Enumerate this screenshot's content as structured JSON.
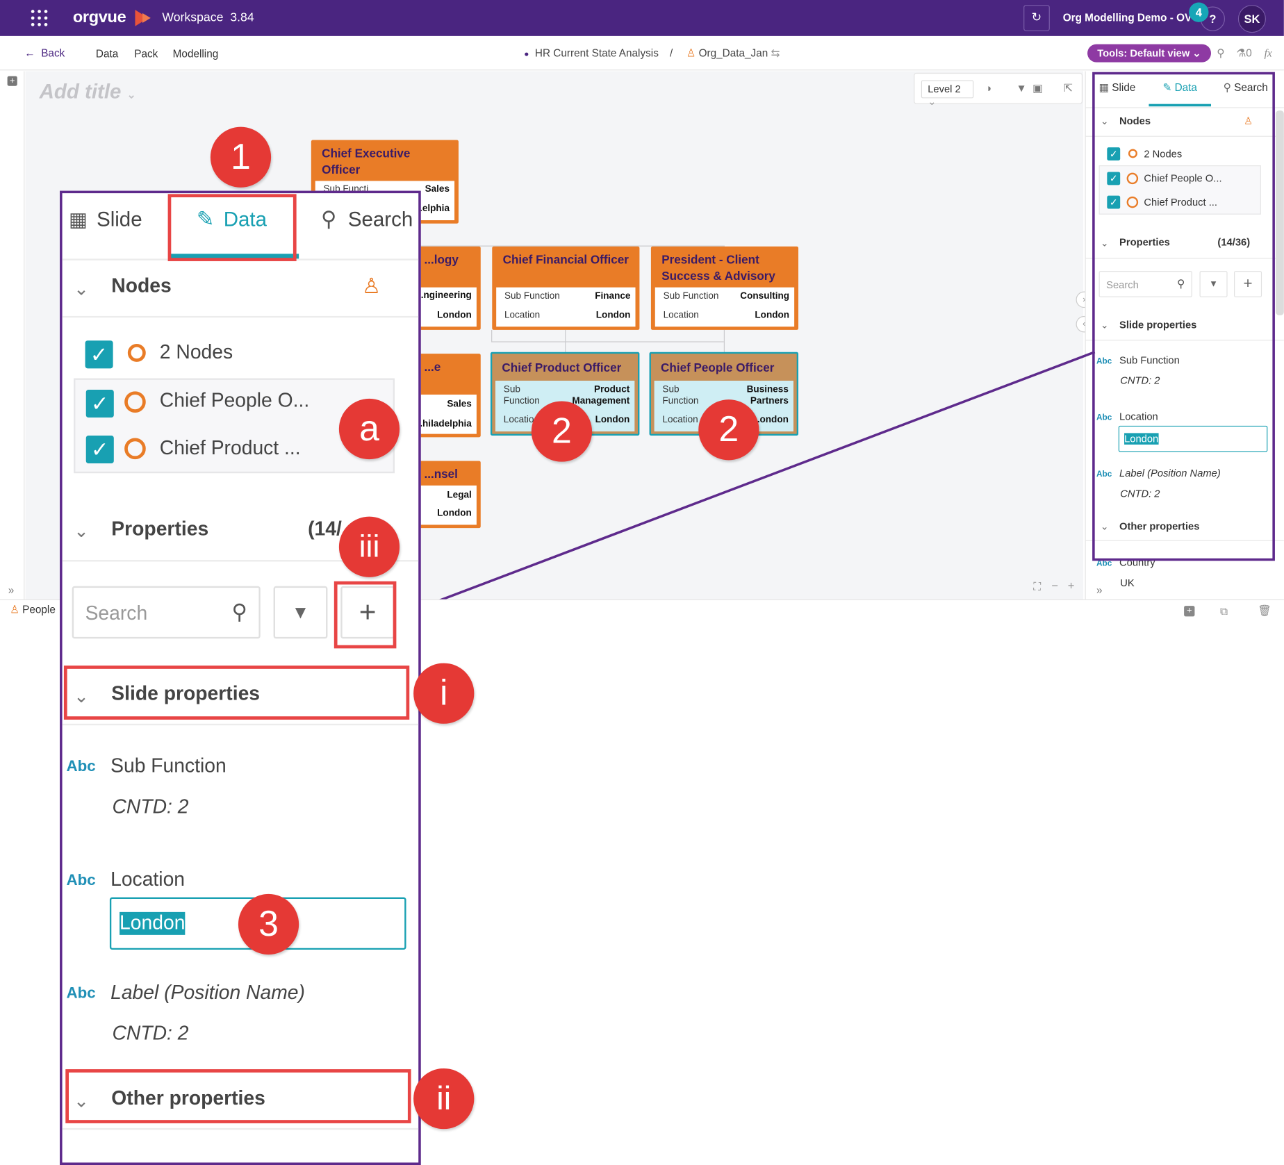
{
  "topbar": {
    "app_name": "orgvue",
    "workspace": "Workspace",
    "version": "3.84",
    "org_name": "Org Modelling Demo - OV",
    "notification_count": "4",
    "help": "?",
    "user_initials": "SK"
  },
  "nav": {
    "back": "Back",
    "items": [
      "Data",
      "Pack",
      "Modelling"
    ],
    "analysis": "HR Current State Analysis",
    "separator": "/",
    "dataset": "Org_Data_Jan",
    "tools": "Tools: Default view",
    "pin_count": "0",
    "fx": "fx"
  },
  "canvas": {
    "title_placeholder": "Add title",
    "level": "Level 2",
    "nodes": {
      "ceo": {
        "title": "Chief Executive Officer",
        "r1_label": "Sub Functi...",
        "r1_value": "Sales",
        "r2_value": "...elphia"
      },
      "tech": {
        "title": "...logy",
        "r1_value": "...ngineering",
        "r2_value": "London"
      },
      "cfo": {
        "title": "Chief Financial Officer",
        "r1_label": "Sub Function",
        "r1_value": "Finance",
        "r2_label": "Location",
        "r2_value": "London"
      },
      "pres": {
        "title": "President -  Client Success & Advisory",
        "r1_label": "Sub Function",
        "r1_value": "Consulting",
        "r2_label": "Location",
        "r2_value": "London"
      },
      "sales": {
        "title": "...e",
        "r1_value": "Sales",
        "r2_value": "...hiladelphia"
      },
      "cpo_product": {
        "title": "Chief Product Officer",
        "r1_label": "Sub Function",
        "r1_value": "Product Management",
        "r2_label": "Locatio...",
        "r2_value": "London"
      },
      "cpo_people": {
        "title": "Chief People Officer",
        "r1_label": "Sub Function",
        "r1_value": "Business Partners",
        "r2_label": "Location",
        "r2_value": "...ondon"
      },
      "counsel": {
        "title": "...nsel",
        "r1_value": "Legal",
        "r2_value": "London"
      }
    }
  },
  "panel": {
    "tabs": [
      "Slide",
      "Data",
      "Search"
    ],
    "nodes_header": "Nodes",
    "node_items": [
      "2 Nodes",
      "Chief People O...",
      "Chief Product ..."
    ],
    "properties_header": "Properties",
    "properties_count": "(14/36)",
    "search_placeholder": "Search",
    "slide_properties": "Slide properties",
    "prop1": {
      "type": "Abc",
      "name": "Sub Function",
      "value": "CNTD: 2"
    },
    "prop2": {
      "type": "Abc",
      "name": "Location",
      "value": "London"
    },
    "prop3": {
      "type": "Abc",
      "name": "Label (Position Name)",
      "value": "CNTD: 2"
    },
    "other_properties": "Other properties",
    "prop4": {
      "type": "Abc",
      "name": "Country",
      "value": "UK"
    }
  },
  "bottombar": {
    "people": "People"
  },
  "zoom": {
    "properties_count_partial": "(14/"
  },
  "badges": {
    "one": "1",
    "two": "2",
    "three": "3",
    "a": "a",
    "i": "i",
    "ii": "ii",
    "iii": "iii"
  },
  "colors": {
    "brand": "#4a2580",
    "node_orange": "#e97c27",
    "accent_teal": "#18a0b2",
    "annotation_red": "#e53935",
    "callout_purple": "#5e2a8c"
  }
}
